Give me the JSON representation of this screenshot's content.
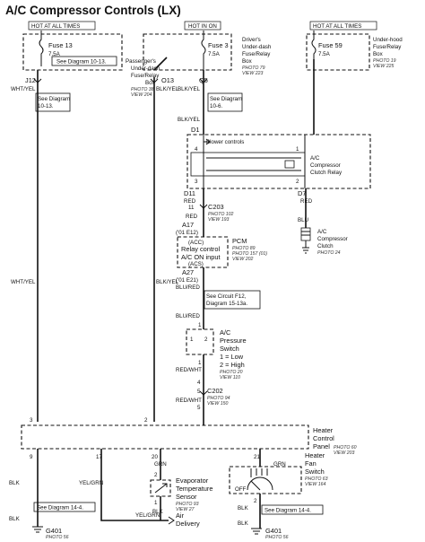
{
  "title": "A/C Compressor Controls (LX)",
  "hot_labels": [
    "HOT AT ALL TIMES",
    "HOT IN ON",
    "HOT AT ALL TIMES"
  ],
  "fuses": [
    {
      "name": "Fuse 13",
      "rating": "7.5A"
    },
    {
      "name": "Fuse 3",
      "rating": "7.5A"
    },
    {
      "name": "Fuse 59",
      "rating": "7.5A"
    }
  ],
  "boxes": {
    "passenger": {
      "lines": [
        "Passenger's",
        "Under-dash",
        "Fuse/Relay",
        "Box"
      ],
      "photo": "PHOTO 38",
      "view": "VIEW 204"
    },
    "driver": {
      "lines": [
        "Driver's",
        "Under-dash",
        "Fuse/Relay",
        "Box"
      ],
      "photo": "PHOTO 79",
      "view": "VIEW 223"
    },
    "underhood": {
      "lines": [
        "Under-hood",
        "Fuse/Relay",
        "Box"
      ],
      "photo": "PHOTO 19",
      "view": "VIEW 225"
    }
  },
  "see_diagrams": {
    "fuse13": "See Diagram 10-13.",
    "left": [
      "See Diagram",
      "10-13."
    ],
    "mid": [
      "See Diagram",
      "10-6."
    ],
    "circuit": [
      "See Circuit F12,",
      "Diagram 15-13a."
    ],
    "g_left": "See Diagram 14-4.",
    "g_right": "See Diagram 14-4."
  },
  "connectors": {
    "j12": "J12",
    "o13": "O13",
    "q5": "Q5",
    "d1": "D1",
    "d11": "D11",
    "d7": "D7",
    "c203": "C203",
    "c203_photo": "PHOTO 102",
    "c203_view": "VIEW 193",
    "c202": "C202",
    "c202_photo": "PHOTO 94",
    "c202_view": "VIEW 150",
    "a17": "A17",
    "a17_year": "('01 E12)",
    "a27": "A27",
    "a27_year": "('01 E21)"
  },
  "wires": {
    "wht_yel_top": "WHT/YEL",
    "blk_yel_a": "BLK/YEL",
    "blk_yel_b": "BLK/YEL",
    "blk_yel_c": "BLK/YEL",
    "red_a": "RED",
    "red_b": "RED",
    "blu": "BLU",
    "wht_yel_mid": "WHT/YEL",
    "blk_yel_mid": "BLK/YEL",
    "blu_red_a": "BLU/RED",
    "blu_red_b": "BLU/RED",
    "red_wht_a": "RED/WHT",
    "red_wht_b": "RED/WHT",
    "blk_a": "BLK",
    "yel_grn_a": "YEL/GRN",
    "grn_a": "GRN",
    "blk_b": "BLK",
    "yel_grn_b": "YEL/GRN",
    "grn_b": "GRN",
    "blk_c": "BLK",
    "blk_d": "BLK",
    "blk_e": "BLK",
    "blk_f": "BLK"
  },
  "relay": {
    "blower": "Blower controls",
    "lines": [
      "A/C",
      "Compressor",
      "Clutch Relay"
    ],
    "pins": [
      "4",
      "1",
      "3",
      "2"
    ]
  },
  "clutch": {
    "lines": [
      "A/C",
      "Compressor",
      "Clutch"
    ],
    "photo": "PHOTO 24"
  },
  "pcm": {
    "acc": "(ACC)",
    "relay_control": "Relay control",
    "ac_on": "A/C ON input",
    "acs": "(ACS)",
    "label": "PCM",
    "photo1": "PHOTO 89",
    "photo2": "PHOTO 157 (01)",
    "view": "VIEW 202",
    "pin_a": "11",
    "pin_b": "1"
  },
  "pressure": {
    "lines": [
      "A/C",
      "Pressure",
      "Switch",
      "1 = Low",
      "2 = High"
    ],
    "photo": "PHOTO 20",
    "view": "VIEW 110",
    "pins": [
      "1",
      "2",
      "1",
      "4",
      "5",
      "5"
    ]
  },
  "panel": {
    "lines": [
      "Heater",
      "Control",
      "Panel"
    ],
    "photo": "PHOTO 60",
    "view": "VIEW 203",
    "pins_top": [
      "3",
      "2"
    ],
    "pins_bottom": [
      "9",
      "17",
      "20",
      "21"
    ]
  },
  "evap": {
    "lines": [
      "Evaporator",
      "Temperature",
      "Sensor"
    ],
    "photo": "PHOTO 93",
    "view": "VIEW 27",
    "pins": [
      "2",
      "1"
    ]
  },
  "fan": {
    "lines": [
      "Heater",
      "Fan",
      "Switch"
    ],
    "photo": "PHOTO 63",
    "view": "VIEW 164",
    "off": "OFF",
    "pin": "2"
  },
  "air_delivery": [
    "Air",
    "Delivery"
  ],
  "grounds": [
    {
      "name": "G401",
      "photo": "PHOTO 56"
    },
    {
      "name": "G401",
      "photo": "PHOTO 56"
    }
  ]
}
